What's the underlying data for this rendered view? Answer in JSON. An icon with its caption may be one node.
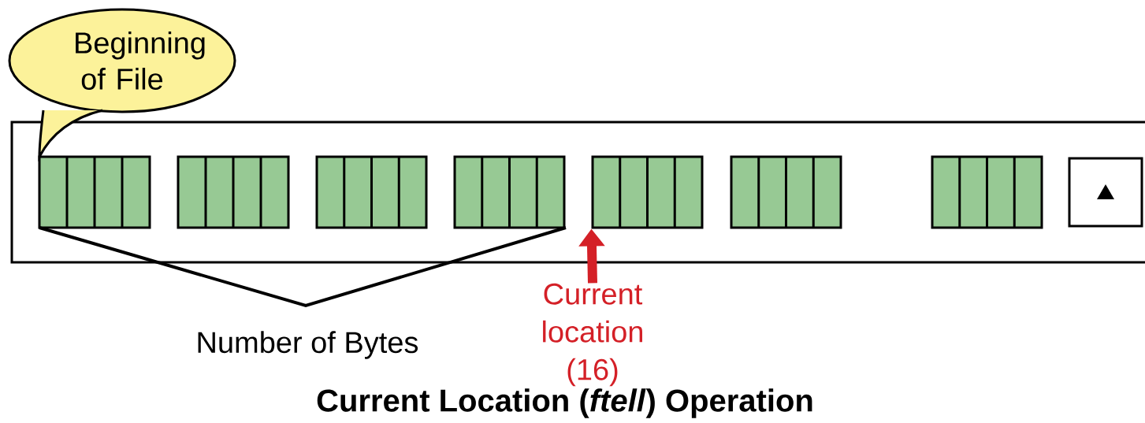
{
  "diagram": {
    "caption": "Current Location (*ftell*) Operation",
    "nodes": [
      {
        "text": [],
        "shape": "band"
      },
      {
        "text": [],
        "shape": "bar",
        "in": 0
      },
      {
        "text": [],
        "shape": "bar",
        "in": 0
      },
      {
        "text": [],
        "shape": "bar",
        "in": 0
      },
      {
        "text": [],
        "shape": "bar",
        "in": 0
      },
      {
        "text": [],
        "shape": "bar",
        "in": 0
      },
      {
        "text": [],
        "shape": "bar",
        "in": 0
      },
      {
        "text": [],
        "shape": "bar",
        "in": 0
      },
      {
        "text": [],
        "shape": "box",
        "in": 0
      },
      {
        "text": [
          "Beginning of File"
        ]
      },
      {
        "text": [
          "Current location (16)"
        ]
      }
    ],
    "edges": [
      {
        "from": 10,
        "to": 5,
        "arrow": "to",
        "color": "#d42027"
      }
    ],
    "labels": [
      "Number of Bytes"
    ]
  }
}
